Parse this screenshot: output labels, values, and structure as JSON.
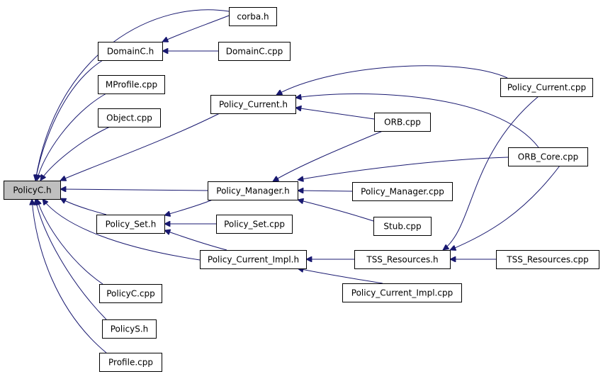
{
  "nodes": [
    {
      "id": "policyc_h",
      "label": "PolicyC.h",
      "root": true
    },
    {
      "id": "corba_h",
      "label": "corba.h"
    },
    {
      "id": "domainc_h",
      "label": "DomainC.h"
    },
    {
      "id": "domainc_cpp",
      "label": "DomainC.cpp"
    },
    {
      "id": "mprofile_cpp",
      "label": "MProfile.cpp"
    },
    {
      "id": "object_cpp",
      "label": "Object.cpp"
    },
    {
      "id": "policy_current_h",
      "label": "Policy_Current.h"
    },
    {
      "id": "policy_current_cpp",
      "label": "Policy_Current.cpp"
    },
    {
      "id": "orb_cpp",
      "label": "ORB.cpp"
    },
    {
      "id": "orb_core_cpp",
      "label": "ORB_Core.cpp"
    },
    {
      "id": "policy_manager_h",
      "label": "Policy_Manager.h"
    },
    {
      "id": "policy_manager_cpp",
      "label": "Policy_Manager.cpp"
    },
    {
      "id": "policy_set_h",
      "label": "Policy_Set.h"
    },
    {
      "id": "policy_set_cpp",
      "label": "Policy_Set.cpp"
    },
    {
      "id": "stub_cpp",
      "label": "Stub.cpp"
    },
    {
      "id": "policy_current_impl_h",
      "label": "Policy_Current_Impl.h"
    },
    {
      "id": "tss_resources_h",
      "label": "TSS_Resources.h"
    },
    {
      "id": "tss_resources_cpp",
      "label": "TSS_Resources.cpp"
    },
    {
      "id": "policy_current_impl_cpp",
      "label": "Policy_Current_Impl.cpp"
    },
    {
      "id": "policyc_cpp",
      "label": "PolicyC.cpp"
    },
    {
      "id": "policys_h",
      "label": "PolicyS.h"
    },
    {
      "id": "profile_cpp",
      "label": "Profile.cpp"
    }
  ],
  "edges": [
    {
      "from": "corba_h",
      "to": "policyc_h"
    },
    {
      "from": "domainc_h",
      "to": "policyc_h"
    },
    {
      "from": "mprofile_cpp",
      "to": "policyc_h"
    },
    {
      "from": "object_cpp",
      "to": "policyc_h"
    },
    {
      "from": "policy_current_h",
      "to": "policyc_h"
    },
    {
      "from": "policy_manager_h",
      "to": "policyc_h"
    },
    {
      "from": "policy_set_h",
      "to": "policyc_h"
    },
    {
      "from": "policy_current_impl_h",
      "to": "policyc_h"
    },
    {
      "from": "policyc_cpp",
      "to": "policyc_h"
    },
    {
      "from": "policys_h",
      "to": "policyc_h"
    },
    {
      "from": "profile_cpp",
      "to": "policyc_h"
    },
    {
      "from": "corba_h",
      "to": "domainc_h"
    },
    {
      "from": "domainc_cpp",
      "to": "domainc_h"
    },
    {
      "from": "policy_current_cpp",
      "to": "policy_current_h"
    },
    {
      "from": "orb_core_cpp",
      "to": "policy_current_h"
    },
    {
      "from": "orb_cpp",
      "to": "policy_current_h"
    },
    {
      "from": "orb_cpp",
      "to": "policy_manager_h"
    },
    {
      "from": "orb_core_cpp",
      "to": "policy_manager_h"
    },
    {
      "from": "policy_manager_cpp",
      "to": "policy_manager_h"
    },
    {
      "from": "stub_cpp",
      "to": "policy_manager_h"
    },
    {
      "from": "policy_manager_h",
      "to": "policy_set_h"
    },
    {
      "from": "policy_set_cpp",
      "to": "policy_set_h"
    },
    {
      "from": "policy_current_impl_h",
      "to": "policy_set_h"
    },
    {
      "from": "tss_resources_h",
      "to": "policy_current_impl_h"
    },
    {
      "from": "policy_current_impl_cpp",
      "to": "policy_current_impl_h"
    },
    {
      "from": "policy_current_cpp",
      "to": "tss_resources_h"
    },
    {
      "from": "orb_core_cpp",
      "to": "tss_resources_h"
    },
    {
      "from": "tss_resources_cpp",
      "to": "tss_resources_h"
    }
  ]
}
